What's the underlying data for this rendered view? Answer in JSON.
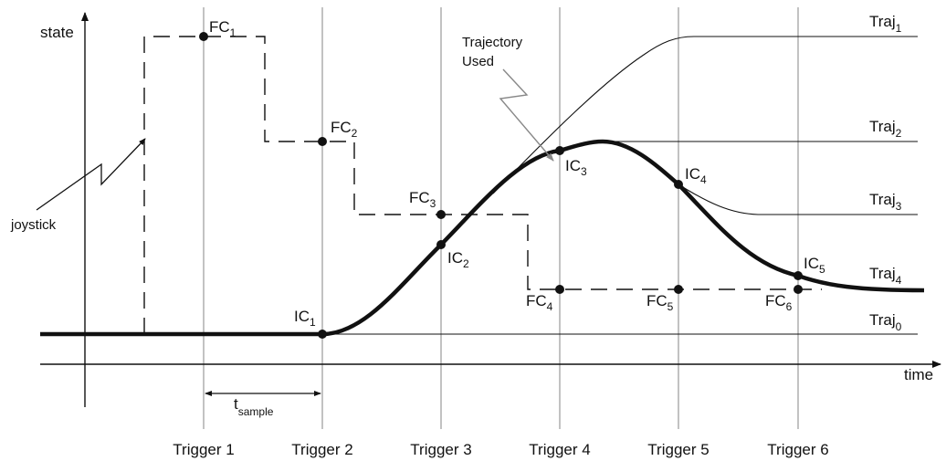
{
  "axes": {
    "y_label": "state",
    "x_label": "time"
  },
  "triggers": [
    "Trigger 1",
    "Trigger 2",
    "Trigger 3",
    "Trigger 4",
    "Trigger 5",
    "Trigger 6"
  ],
  "trajectories": [
    {
      "base": "Traj",
      "sub": "1"
    },
    {
      "base": "Traj",
      "sub": "2"
    },
    {
      "base": "Traj",
      "sub": "3"
    },
    {
      "base": "Traj",
      "sub": "4"
    },
    {
      "base": "Traj",
      "sub": "0"
    }
  ],
  "final_conditions": [
    {
      "base": "FC",
      "sub": "1"
    },
    {
      "base": "FC",
      "sub": "2"
    },
    {
      "base": "FC",
      "sub": "3"
    },
    {
      "base": "FC",
      "sub": "4"
    },
    {
      "base": "FC",
      "sub": "5"
    },
    {
      "base": "FC",
      "sub": "6"
    }
  ],
  "initial_conditions": [
    {
      "base": "IC",
      "sub": "1"
    },
    {
      "base": "IC",
      "sub": "2"
    },
    {
      "base": "IC",
      "sub": "3"
    },
    {
      "base": "IC",
      "sub": "4"
    },
    {
      "base": "IC",
      "sub": "5"
    }
  ],
  "annotations": {
    "trajectory_used_line1": "Trajectory",
    "trajectory_used_line2": "Used",
    "joystick": "joystick",
    "sample_base": "t",
    "sample_sub": "sample"
  }
}
